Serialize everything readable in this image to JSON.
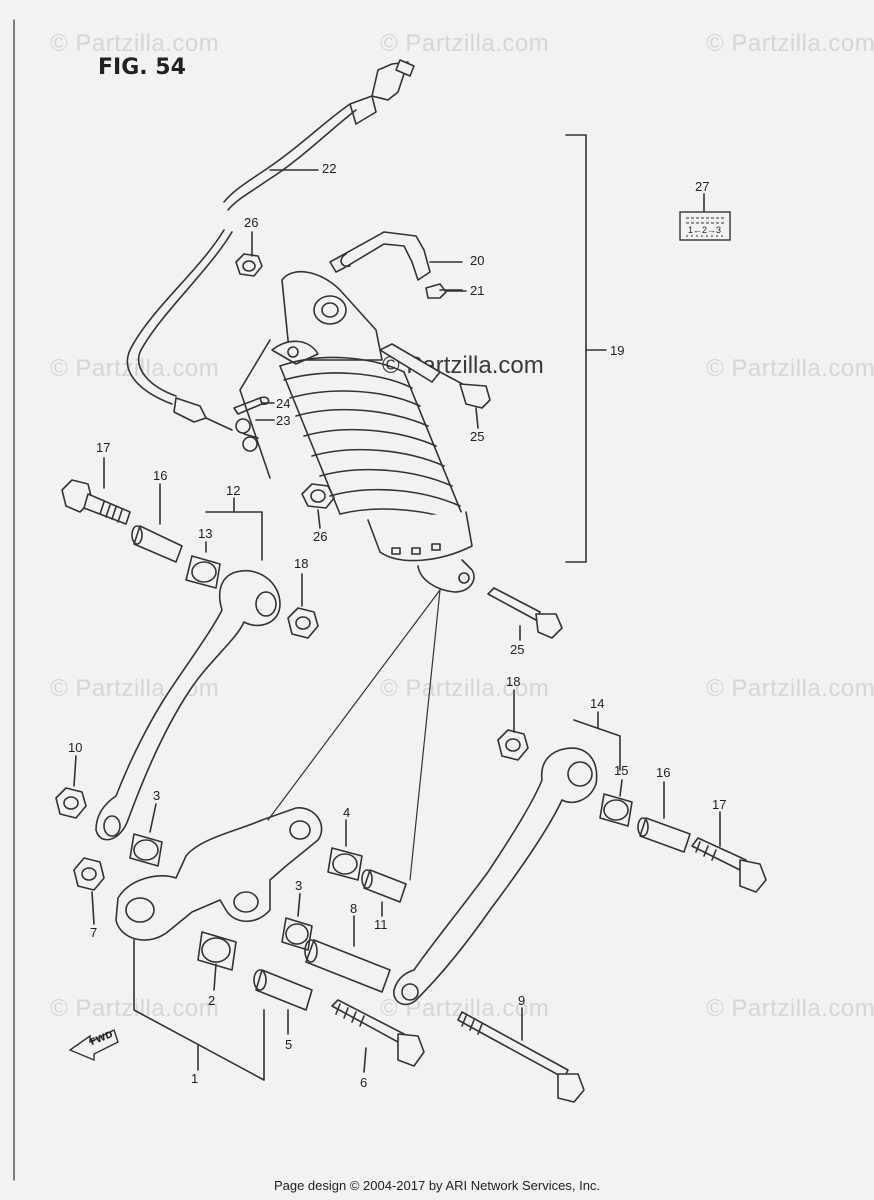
{
  "figure_title": "FIG. 54",
  "watermark_text": "© Partzilla.com",
  "footer": "Page design © 2004-2017 by ARI Network Services, Inc.",
  "fwd_label": "FWD",
  "label_27_text": "1←2→3",
  "callouts": [
    "1",
    "2",
    "3",
    "3",
    "4",
    "5",
    "6",
    "7",
    "8",
    "9",
    "10",
    "11",
    "12",
    "13",
    "14",
    "15",
    "16",
    "16",
    "17",
    "17",
    "18",
    "18",
    "19",
    "20",
    "21",
    "22",
    "23",
    "24",
    "25",
    "25",
    "26",
    "26",
    "27"
  ],
  "colors": {
    "line": "#333333",
    "background": "#f2f2f0",
    "watermark": "#d6d6d6"
  }
}
